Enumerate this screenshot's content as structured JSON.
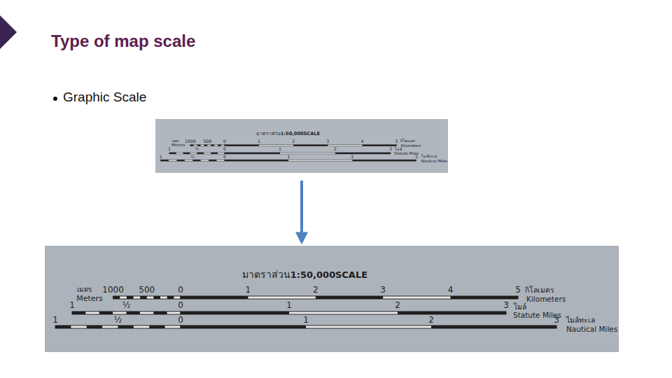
{
  "diagram": {
    "title": "Type of map scale",
    "nodes": [
      {
        "text": [
          "มาตราส่วน",
          "1:50,000",
          "SCALE",
          "เมตร",
          "Meters",
          "1000",
          "500",
          "0",
          "1",
          "2",
          "3",
          "4",
          "5",
          "กิโลเมตร",
          "Kilometers",
          "1",
          "½",
          "0",
          "1",
          "2",
          "3",
          "ไมล์",
          "Statute Miles",
          "1",
          "½",
          "0",
          "1",
          "2",
          "3",
          "ไมล์ทะเล",
          "Nautical Miles"
        ]
      },
      {
        "text": [
          "มาตราส่วน",
          "1:50,000",
          "SCALE",
          "เมตร",
          "Meters",
          "1000",
          "500",
          "0",
          "1",
          "2",
          "3",
          "4",
          "5",
          "กิโลเมตร",
          "Kilometers",
          "1",
          "½",
          "0",
          "1",
          "2",
          "3",
          "ไมล์",
          "Statute Miles",
          "1",
          "½",
          "0",
          "1",
          "2",
          "3",
          "ไมล์ทะเล",
          "Nautical Miles"
        ]
      }
    ],
    "edges": [
      {
        "from": 0,
        "to": 1,
        "arrow": "to"
      }
    ],
    "labels": [
      "Graphic Scale"
    ]
  }
}
